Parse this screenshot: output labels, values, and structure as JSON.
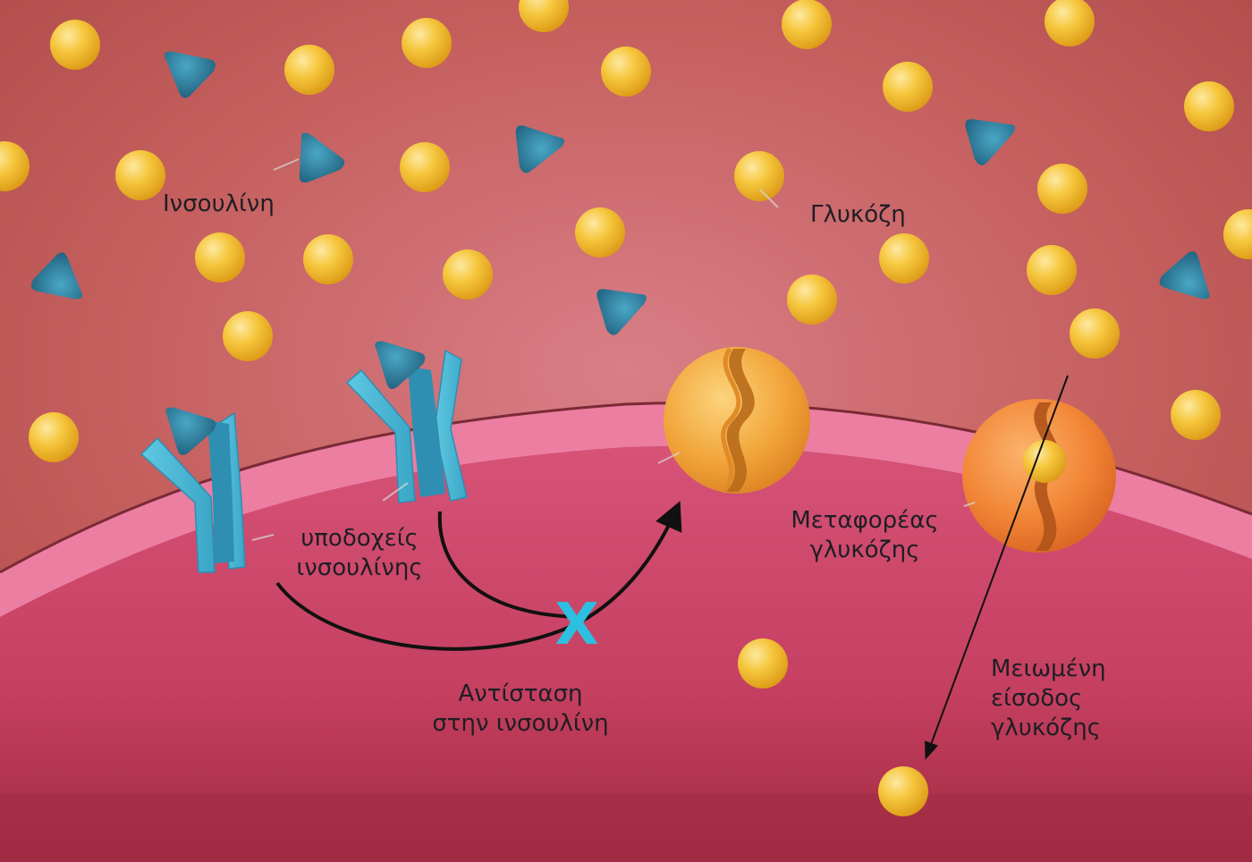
{
  "labels": {
    "insulin": "Ινσουλίνη",
    "glucose": "Γλυκόζη",
    "receptors": [
      "υποδοχείς",
      "ινσουλίνης"
    ],
    "resistance": [
      "Αντίσταση",
      "στην ινσουλίνη"
    ],
    "transporter": [
      "Μεταφορέας",
      "γλυκόζης"
    ],
    "reduced_entry": [
      "Μειωμένη",
      "είσοδος",
      "γλυκόζης"
    ],
    "block_mark": "X"
  },
  "colors": {
    "extracellular": "#b5504f",
    "membrane": "#ec7ea2",
    "cytoplasm": "#cc4666",
    "glucose": "#f4c238",
    "insulin": "#2a7d9c",
    "receptor": "#5ac3dd",
    "transporter": "#f0a23a",
    "transporter_blocked": "#f08436",
    "block_mark": "#2dbfe0"
  },
  "icons": {
    "glucose": "glucose-molecule-icon",
    "insulin": "insulin-molecule-icon",
    "receptor": "insulin-receptor-icon",
    "transporter": "glucose-transporter-icon"
  }
}
